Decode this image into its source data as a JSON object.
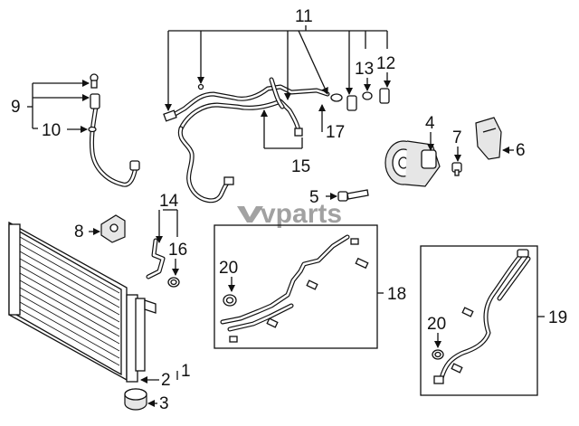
{
  "watermark": "vparts",
  "callouts": {
    "c1": "1",
    "c2": "2",
    "c3": "3",
    "c4": "4",
    "c5": "5",
    "c6": "6",
    "c7": "7",
    "c8": "8",
    "c9": "9",
    "c10": "10",
    "c11": "11",
    "c12": "12",
    "c13": "13",
    "c14": "14",
    "c15": "15",
    "c16": "16",
    "c17": "17",
    "c18": "18",
    "c19": "19",
    "c20a": "20",
    "c20b": "20"
  }
}
